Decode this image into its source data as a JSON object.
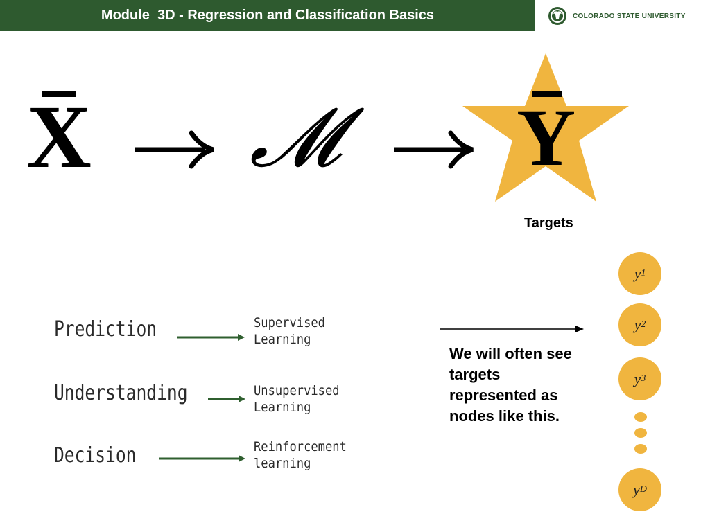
{
  "header": {
    "title": "Module  3D - Regression and Classification Basics",
    "logo_text": "COLORADO STATE UNIVERSITY"
  },
  "equation": {
    "input_symbol": "X",
    "model_symbol": "𝓜",
    "output_symbol": "Y",
    "output_caption": "Targets"
  },
  "rows": [
    {
      "label": "Prediction",
      "result_line1": "Supervised",
      "result_line2": "Learning"
    },
    {
      "label": "Understanding",
      "result_line1": "Unsupervised",
      "result_line2": "Learning"
    },
    {
      "label": "Decision",
      "result_line1": "Reinforcement",
      "result_line2": "learning"
    }
  ],
  "note": "We will often see targets represented as nodes like this.",
  "nodes": [
    {
      "base": "y",
      "sub": "1"
    },
    {
      "base": "y",
      "sub": "2"
    },
    {
      "base": "y",
      "sub": "3"
    },
    {
      "base": "y",
      "sub": "D"
    }
  ],
  "colors": {
    "header_green": "#2e5a2f",
    "accent_gold": "#f0b53f",
    "arrow_green": "#2f5f2f"
  }
}
